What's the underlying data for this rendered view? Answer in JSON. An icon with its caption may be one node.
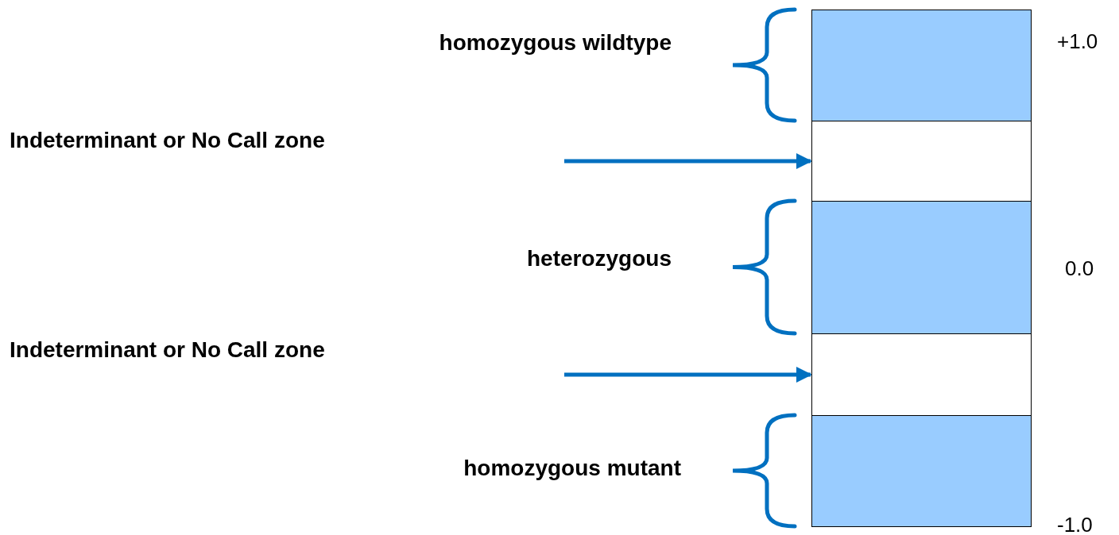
{
  "diagram": {
    "nodes": [
      {
        "text": [],
        "shape": "box"
      },
      {
        "text": [],
        "shape": "box"
      },
      {
        "text": [],
        "shape": "box"
      },
      {
        "text": [],
        "shape": "box"
      },
      {
        "text": [],
        "shape": "box"
      }
    ],
    "edges": [
      {
        "from": null,
        "to": 1,
        "arrow": "to"
      },
      {
        "from": null,
        "to": 3,
        "arrow": "to"
      }
    ],
    "labels": [
      "homozygous wildtype",
      "+1.0",
      "Indeterminant or No Call zone",
      "heterozygous",
      "0.0",
      "Indeterminant or No Call zone",
      "homozygous mutant",
      "-1.0"
    ]
  }
}
